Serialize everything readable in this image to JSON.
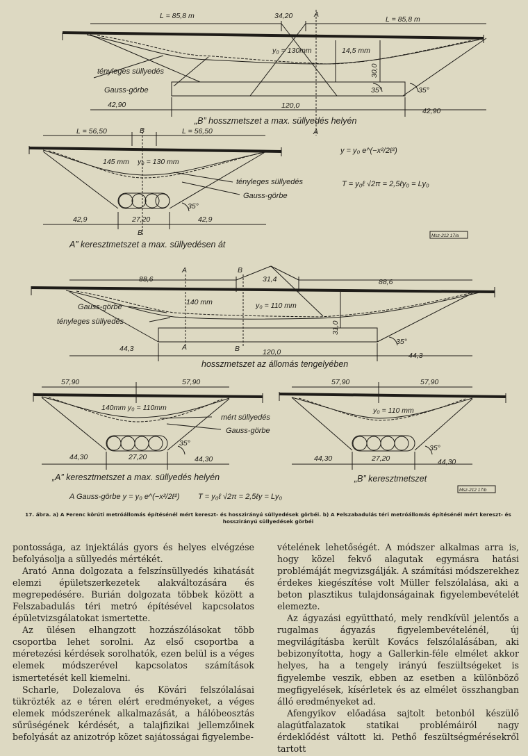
{
  "figure": {
    "label_L": "L = 85,8 m",
    "label_34_20": "34,20",
    "label_A": "A",
    "label_yo_130": "y₀ = 130mm",
    "label_14_5": "14,5 mm",
    "label_30": "30,0",
    "label_tenyleges": "tényleges süllyedés",
    "label_gauss": "Gauss-görbe",
    "label_35": "35°",
    "label_42_90": "42,90",
    "label_120_0": "120,0",
    "caption1": "„B” hosszmetszet a max. süllyedés helyén",
    "label_L56": "L = 56,50",
    "label_B": "B",
    "label_145mm": "145 mm",
    "label_yo130": "y₀ = 130 mm",
    "formula1": "y = y₀ e^(−x²/2ℓ²)",
    "formula2": "T = y₀ℓ √2π = 2,5ℓy₀ = Ly₀",
    "label_42_9": "42,9",
    "label_27_20": "27,20",
    "caption2": "A” keresztmetszet a max. süllyedésen át",
    "stamp1": "Msz-212 17/a",
    "label_88_6": "88,6",
    "label_31_4": "31,4",
    "label_140mm": "140 mm",
    "label_yo110": "y₀ = 110 mm",
    "label_31_0": "31,0",
    "label_44_3": "44,3",
    "caption3": "hosszmetszet az állomás tengelyében",
    "label_57_90": "57,90",
    "label_140_yo110": "140mm y₀ = 110mm",
    "label_mert": "mért süllyedés",
    "label_44_30": "44,30",
    "caption4": "„A” keresztmetszet a max. süllyedés helyén",
    "formula3": "A Gauss-görbe y = y₀ e^(−x²/2ℓ²)",
    "formula4": "T = y₀ℓ √2π = 2,5ℓy = Ly₀",
    "caption5": "„B” keresztmetszet",
    "stamp2": "Msz-212 17/b"
  },
  "figure_caption": "17. ábra. a) A Ferenc körúti metróállomás építésénél mért kereszt- és hosszirányú süllyedések görbéi. b) A Felszabadulás téri metróállomás építésénél mért kereszt- és hosszirányú süllyedések görbéi",
  "left_column": [
    "pontossága, az injektálás gyors és helyes elvégzése befolyásolja a süllyedés mértékét.",
    "Arató Anna dolgozata a felszínsüllyedés kihatását elemzi épületszerkezetek alakváltozására és megrepedésére. Burián dolgozata többek között a Felszabadulás téri metró építésével kapcsolatos épületvizsgálatokat ismertette.",
    "Az ülésen elhangzott hozzászólásokat több csoportba lehet sorolni. Az első csoportba a méretezési kérdések sorolhatók, ezen belül is a véges elemek módszerével kapcsolatos számítások ismertetését kell kiemelni.",
    "Scharle, Dolezalova és Kövári felszólalásai tükrözték az e téren elért eredményeket, a véges elemek módszerének alkalmazását, a hálóbeosztás sűrűségének kérdését, a talajfizikai jellemzőinek befolyását az anizotróp közet sajátosságai figyelembe-"
  ],
  "right_column": [
    "vételének lehetőségét. A módszer alkalmas arra is, hogy közel fekvő alagutak egymásra hatási problémáját megvizsgálják. A számítási módszerekhez érdekes kiegészítése volt Müller felszólalása, aki a beton plasztikus tulajdonságainak figyelembevételét elemezte.",
    "Az ágyazási együttható, mely rendkívül jelentős a rugalmas ágyazás figyelembevételénél, új megvilágításba került Kovács felszólalásában, aki bebizonyította, hogy a Gallerkin-féle elmélet akkor helyes, ha a tengely irányú feszültségeket is figyelembe veszik, ebben az esetben a különböző megfigyelések, kísérletek és az elmélet összhangban álló eredményeket ad.",
    "Afengyikov előadása sajtolt betonból készülő alagútfalazatok statikai problémáiról nagy érdeklődést váltott ki. Pethő feszültségmérésekről tartott"
  ]
}
